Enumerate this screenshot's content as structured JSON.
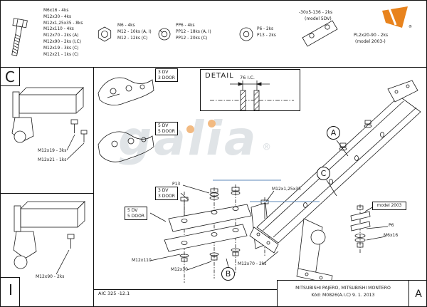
{
  "colors": {
    "accent": "#e8831d",
    "blue": "#6b93c0",
    "ink": "#1a1a1a",
    "watermark": "#c8ced4"
  },
  "watermark": {
    "text": "galia",
    "reg": "®"
  },
  "logo": {
    "reg": "®"
  },
  "parts_list": {
    "bolts": [
      "M6x16 - 4ks",
      "M12x30 - 4ks",
      "M12x1,25x35 - 8ks",
      "M12x110 - 4ks",
      "M12x70 - 2ks (A)",
      "M12x90 - 2ks (I,C)",
      "M12x19 - 3ks (C)",
      "M12x21 - 1ks (C)"
    ],
    "nuts": [
      "M6 - 4ks",
      "M12 - 10ks (A, I)",
      "M12 - 12ks (C)"
    ],
    "spring_washers": [
      "PP6 - 4ks",
      "PP12 - 18ks (A, I)",
      "PP12 - 20ks (C)"
    ],
    "flat_washers": [
      "P6 - 2ks",
      "P13 - 2ks"
    ],
    "flat_bar": {
      "label": "-30x5-136 - 2ks",
      "note": "(model 5DV)"
    },
    "plate_2003": {
      "label": "PL2x20-90 - 2ks",
      "note": "(model 2003-)"
    }
  },
  "side_sections": {
    "c": {
      "letter": "C",
      "labels": [
        "M12x19 - 3ks",
        "M12x21 - 1ks"
      ]
    },
    "i": {
      "letter": "I",
      "label": "M12x90 - 2ks"
    }
  },
  "door_variants": {
    "dv3": "3 DV",
    "door3": "3 DOOR",
    "dv5": "5 DV",
    "door5": "5 DOOR"
  },
  "detail": {
    "title": "DETAIL",
    "dimension": "76 I.C."
  },
  "callouts": {
    "a": "A",
    "b": "B",
    "c": "C"
  },
  "labels": {
    "p13": "P13",
    "m12x1_25x35": "M12x1,25x35",
    "m12x110": "M12x110",
    "m12x30": "M12x30",
    "m12x70": "M12x70 - 2ks",
    "model_2003": "model 2003",
    "p6": "P6",
    "m6x16": "M6x16"
  },
  "footer": {
    "doc_code": "AIC 325 -12.1",
    "vehicle": "MITSUBISHI PAJERO, MITSUBISHI MONTERO",
    "part_code": "Kód: M0826(A.I.C)  9. 1. 2013",
    "sheet": "A"
  }
}
